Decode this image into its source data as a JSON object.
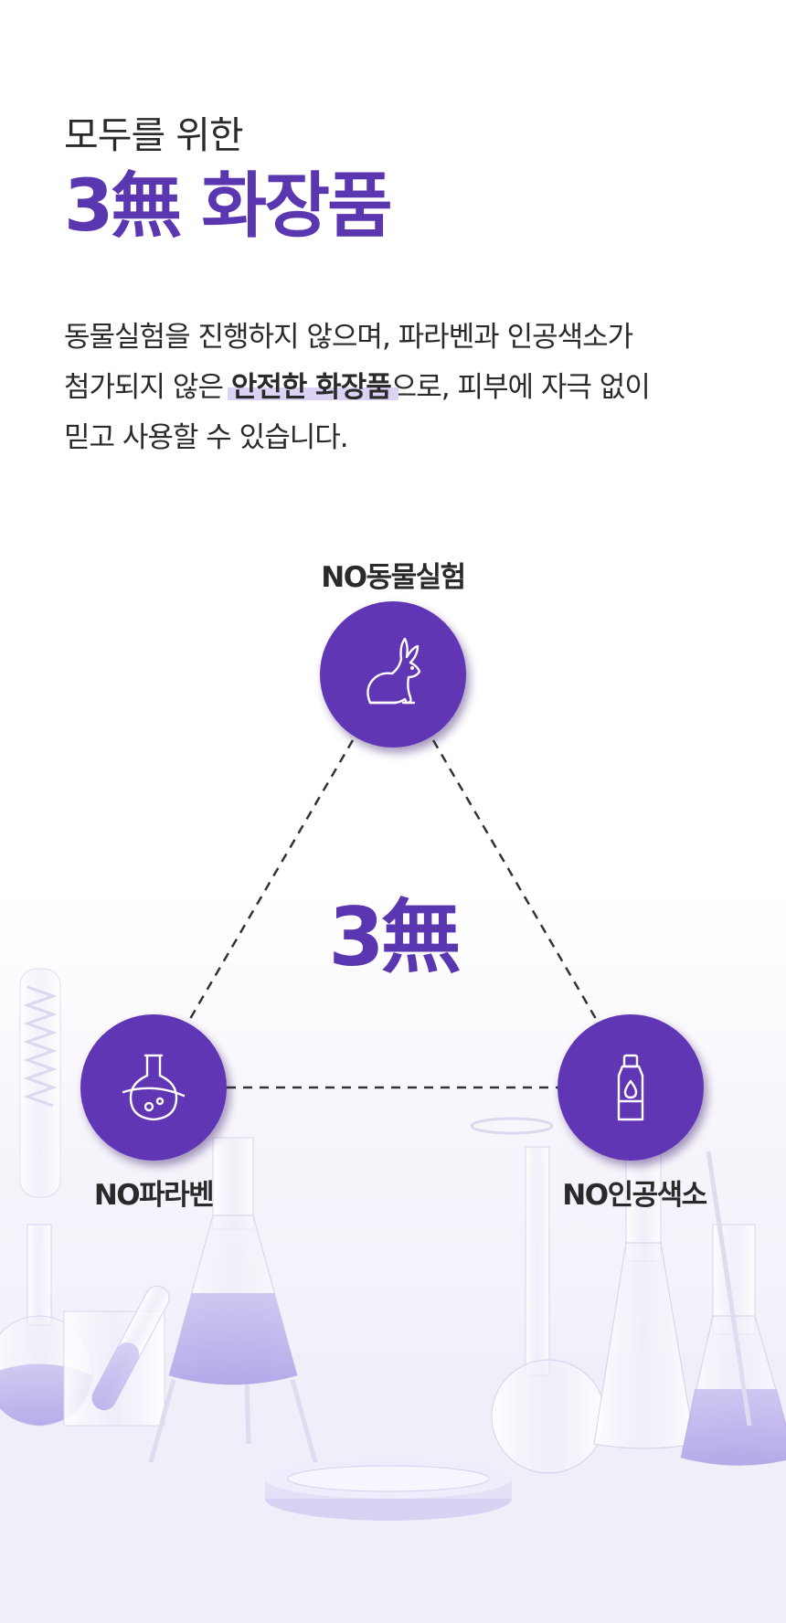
{
  "intro": {
    "subtitle": "모두를 위한",
    "title": "3無 화장품"
  },
  "description": {
    "line1": "동물실험을 진행하지 않으며, 파라벤과 인공색소가",
    "line2_before": "첨가되지 않은 ",
    "line2_emphasis": "안전한 화장품",
    "line2_after": "으로, 피부에 자극 없이",
    "line3": "믿고 사용할 수 있습니다."
  },
  "diagram": {
    "center": "3無",
    "nodes": [
      {
        "label": "NO동물실험",
        "icon": "rabbit-icon"
      },
      {
        "label": "NO파라벤",
        "icon": "flask-icon"
      },
      {
        "label": "NO인공색소",
        "icon": "bottle-icon"
      }
    ]
  },
  "colors": {
    "accent": "#5a36b0",
    "node_fill": "#6136b4",
    "highlight": "#dcd2f3"
  }
}
